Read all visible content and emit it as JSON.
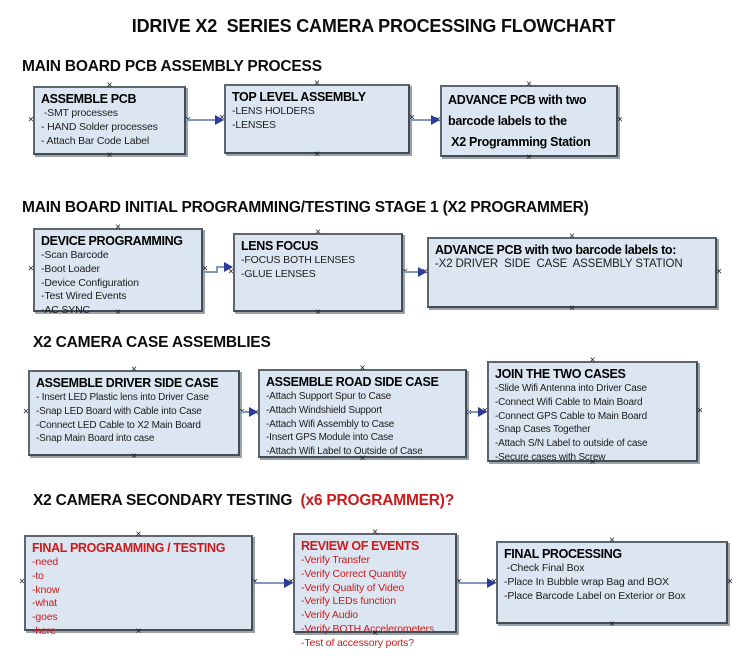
{
  "title": "IDRIVE X2  SERIES CAMERA PROCESSING FLOWCHART",
  "colors": {
    "box_fill": "#dce6f2",
    "box_border": "#5d666e",
    "box_border_dark": "#454c53",
    "box_shadow": "#9aa2aa",
    "connector_line": "#7d99bd",
    "arrowhead": "#2c3c96",
    "red": "#cc1a1a",
    "text": "#1c1c1c"
  },
  "icons": {
    "connection_handle": "×"
  },
  "sections": {
    "s1": {
      "heading": "MAIN BOARD PCB ASSEMBLY PROCESS"
    },
    "s2": {
      "heading": "MAIN BOARD INITIAL PROGRAMMING/TESTING STAGE 1 (X2 PROGRAMMER)"
    },
    "s3": {
      "heading": "X2 CAMERA CASE ASSEMBLIES"
    },
    "s4": {
      "heading_black": "X2 CAMERA SECONDARY TESTING  ",
      "heading_red": "(x6 PROGRAMMER)?"
    }
  },
  "boxes": {
    "assemble_pcb": {
      "title": "ASSEMBLE PCB",
      "lines": [
        " -SMT processes",
        "- HAND Solder processes",
        "- Attach Bar Code Label"
      ]
    },
    "top_level_assembly": {
      "title": "TOP LEVEL ASSEMBLY",
      "lines": [
        "-LENS HOLDERS",
        "-LENSES"
      ]
    },
    "advance_pcb_station": {
      "lines": [
        "ADVANCE PCB with two",
        "barcode labels to the",
        " X2 Programming Station"
      ]
    },
    "device_programming": {
      "title": "DEVICE PROGRAMMING",
      "lines": [
        "-Scan Barcode",
        "-Boot Loader",
        "-Device Configuration",
        "-Test Wired Events",
        "-AC SYNC"
      ]
    },
    "lens_focus": {
      "title": "LENS FOCUS",
      "lines": [
        "-FOCUS BOTH LENSES",
        "-GLUE LENSES"
      ]
    },
    "advance_pcb_driver": {
      "title": "ADVANCE PCB with two barcode labels to:",
      "lines": [
        "-X2 DRIVER  SIDE  CASE  ASSEMBLY STATION"
      ]
    },
    "assemble_driver_side": {
      "title": "ASSEMBLE DRIVER SIDE CASE",
      "lines": [
        "- Insert LED Plastic lens into Driver Case",
        "-Snap LED Board with Cable into Case",
        "-Connect LED Cable to X2 Main Board",
        "-Snap Main Board into case"
      ]
    },
    "assemble_road_side": {
      "title": "ASSEMBLE ROAD SIDE CASE",
      "lines": [
        "-Attach Support Spur to Case",
        "-Attach Windshield Support",
        "-Attach Wifi Assembly to Case",
        "-Insert GPS Module into Case",
        "-Attach Wifi Label to Outside of Case"
      ]
    },
    "join_two_cases": {
      "title": "JOIN THE TWO CASES",
      "lines": [
        "-Slide Wifi Antenna into Driver Case",
        "-Connect Wifi Cable to Main Board",
        "-Connect GPS Cable to Main Board",
        "-Snap Cases Together",
        "-Attach S/N Label to outside of case",
        "-Secure cases with Screw"
      ]
    },
    "final_programming": {
      "title": "FINAL PROGRAMMING / TESTING",
      "lines": [
        "-need",
        "-to",
        "-know",
        "-what",
        "-goes",
        "-here"
      ]
    },
    "review_of_events": {
      "title": "REVIEW OF EVENTS",
      "lines": [
        "-Verify Transfer",
        "-Verify Correct Quantity",
        "-Verify Quality of Video",
        "-Verify LEDs function",
        "-Verify Audio",
        "-Verify BOTH Accelerometers",
        "-Test of accessory ports?"
      ]
    },
    "final_processing": {
      "title": "FINAL PROCESSING",
      "lines": [
        " -Check Final Box",
        "-Place In Bubble wrap Bag and BOX",
        "-Place Barcode Label on Exterior or Box"
      ]
    }
  }
}
